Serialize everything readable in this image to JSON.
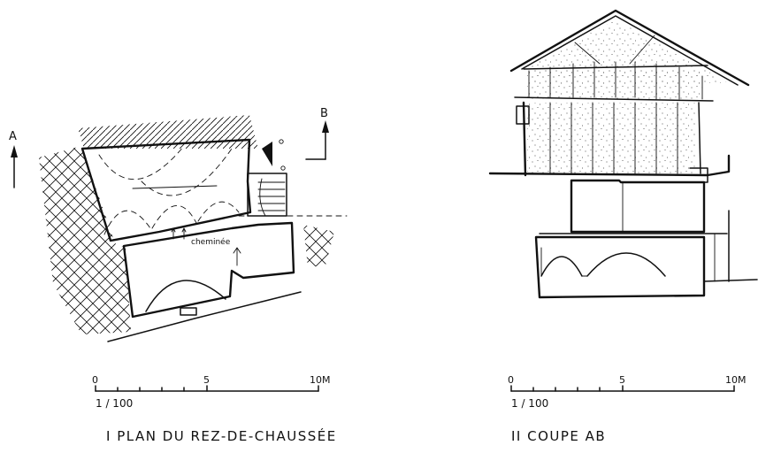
{
  "plan": {
    "north_left": "A",
    "north_right": "B",
    "room_label": "cheminée",
    "scale": {
      "ticks": [
        "0",
        "5",
        "10M"
      ],
      "ratio": "1 / 100"
    },
    "caption": "I  PLAN DU REZ-DE-CHAUSSÉE"
  },
  "section": {
    "scale": {
      "ticks": [
        "0",
        "5",
        "10M"
      ],
      "ratio": "1 / 100"
    },
    "caption": "II  COUPE  AB"
  },
  "colors": {
    "ink": "#111111",
    "paper": "#ffffff"
  },
  "icons": [
    "section-arrow-a-icon",
    "section-arrow-b-icon",
    "fireplace-arrow-icon"
  ]
}
